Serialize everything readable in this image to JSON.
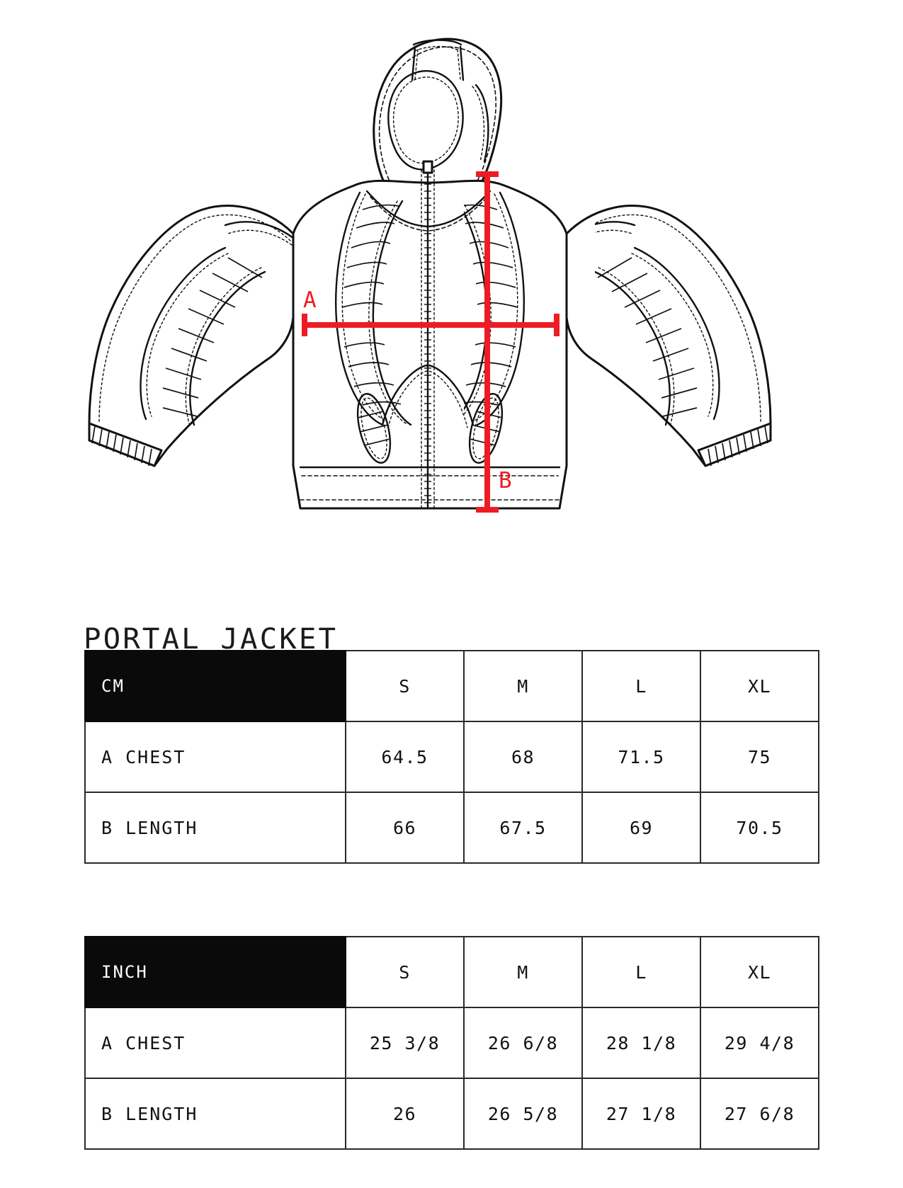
{
  "page": {
    "product_title": "PORTAL JACKET",
    "accent_color": "#ED1C24",
    "line_color": "#111111",
    "header_bg": "#0a0a0a"
  },
  "illustration": {
    "name": "portal-jacket-technical-flat",
    "measure_labels": {
      "chest": "A",
      "length": "B"
    }
  },
  "tables": [
    {
      "id": "cm",
      "unit_label": "CM",
      "columns": [
        "S",
        "M",
        "L",
        "XL"
      ],
      "rows": [
        {
          "label": "A CHEST",
          "values": [
            "64.5",
            "68",
            "71.5",
            "75"
          ]
        },
        {
          "label": "B LENGTH",
          "values": [
            "66",
            "67.5",
            "69",
            "70.5"
          ]
        }
      ]
    },
    {
      "id": "inch",
      "unit_label": "INCH",
      "columns": [
        "S",
        "M",
        "L",
        "XL"
      ],
      "rows": [
        {
          "label": "A CHEST",
          "values": [
            "25 3/8",
            "26 6/8",
            "28 1/8",
            "29 4/8"
          ]
        },
        {
          "label": "B LENGTH",
          "values": [
            "26",
            "26 5/8",
            "27 1/8",
            "27 6/8"
          ]
        }
      ]
    }
  ]
}
